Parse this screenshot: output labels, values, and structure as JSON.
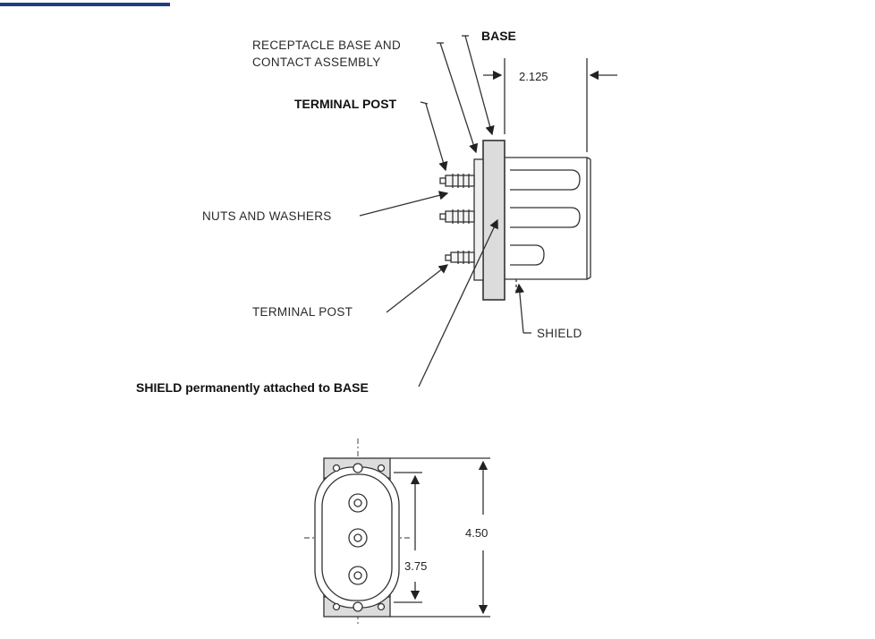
{
  "diagram": {
    "labels": {
      "base": "BASE",
      "receptacle_line1": "RECEPTACLE BASE AND",
      "receptacle_line2": "CONTACT ASSEMBLY",
      "terminal_post_top": "TERMINAL POST",
      "nuts_and_washers": "NUTS AND WASHERS",
      "terminal_post_bottom": "TERMINAL POST",
      "shield": "SHIELD",
      "shield_attached": "SHIELD permanently attached to BASE"
    },
    "dimensions": {
      "depth": "2.125",
      "overall_height": "4.50",
      "inner_height": "3.75"
    },
    "colors": {
      "accent_bar": "#1f3f80",
      "line": "#333333",
      "base_fill": "#dcdcdc"
    }
  }
}
